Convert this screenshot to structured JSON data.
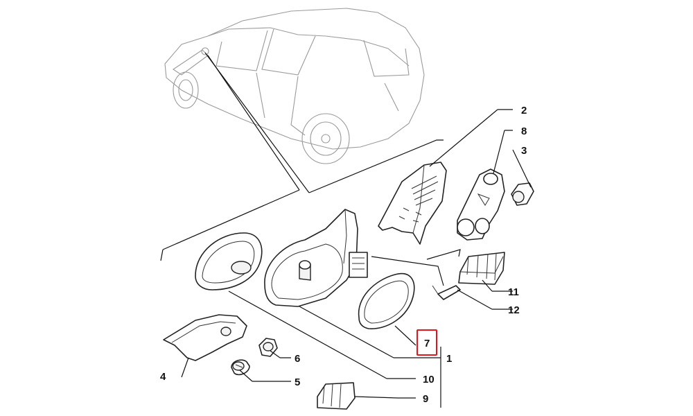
{
  "callouts": {
    "c1": "1",
    "c2": "2",
    "c3": "3",
    "c4": "4",
    "c5": "5",
    "c6": "6",
    "c7": "7",
    "c8": "8",
    "c9": "9",
    "c10": "10",
    "c11": "11",
    "c12": "12"
  },
  "highlight": {
    "callout": "7",
    "color": "#e0161e"
  }
}
